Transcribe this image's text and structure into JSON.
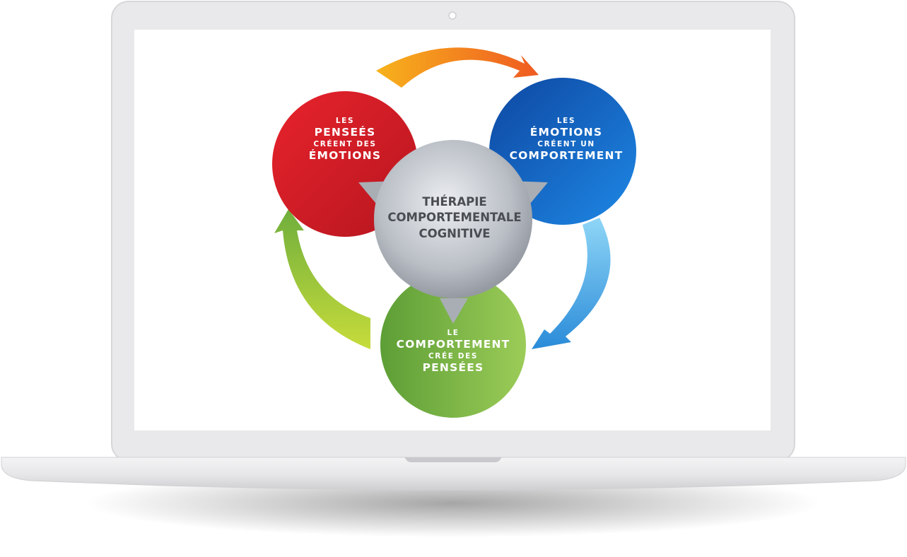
{
  "diagram": {
    "center": {
      "line1": "THÉRAPIE",
      "line2": "COMPORTEMENTALE",
      "line3": "COGNITIVE",
      "color": "#b7bcc3"
    },
    "thoughts": {
      "line1": "LES",
      "line2": "PENSEÉS",
      "line3": "CRÉENT DES",
      "line4": "ÉMOTIONS",
      "color": "#d81f2a"
    },
    "emotions": {
      "line1": "LES",
      "line2": "ÉMOTIONS",
      "line3": "CRÉENT UN",
      "line4": "COMPORTEMENT",
      "color": "#1565c0"
    },
    "behavior": {
      "line1": "LE",
      "line2": "COMPORTEMENT",
      "line3": "CRÉE DES",
      "line4": "PENSÉES",
      "color": "#7cb342"
    },
    "arrow_colors": {
      "top": "#f39a1b",
      "right": "#4fb0ea",
      "left": "#a9c93a"
    }
  }
}
